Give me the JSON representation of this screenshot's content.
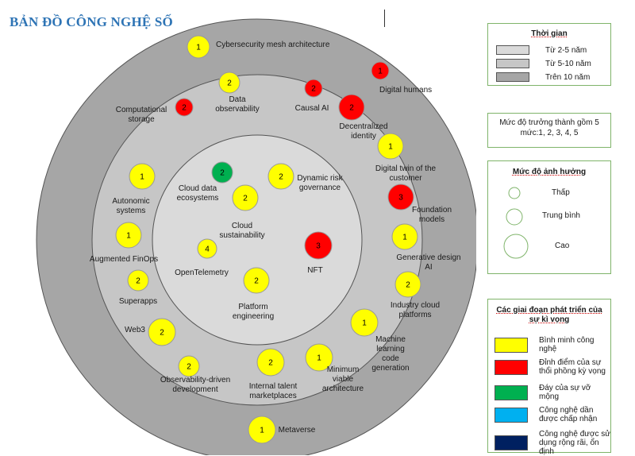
{
  "title": "BẢN ĐỒ CÔNG NGHỆ SỐ",
  "colors": {
    "outer_ring": "#a6a6a6",
    "middle_ring": "#c6c6c6",
    "inner_ring": "#dadada",
    "yellow": "#ffff00",
    "red": "#ff0000",
    "green": "#00b050",
    "light_blue": "#00b0f0",
    "dark_blue": "#002060",
    "panel_border": "#7fb46a"
  },
  "legend_time": {
    "heading": "Thời gian",
    "items": [
      {
        "label": "Từ 2-5 năm",
        "color": "#dadada"
      },
      {
        "label": "Từ 5-10 năm",
        "color": "#c6c6c6"
      },
      {
        "label": "Trên 10 năm",
        "color": "#a6a6a6"
      }
    ]
  },
  "legend_maturity": {
    "text": "Mức độ trưởng thành gồm 5 mức:1, 2, 3, 4, 5"
  },
  "legend_impact": {
    "heading": "Mức độ ảnh hưởng",
    "items": [
      {
        "label": "Thấp"
      },
      {
        "label": "Trung bình"
      },
      {
        "label": "Cao"
      }
    ]
  },
  "legend_stage": {
    "heading": "Các giai đoạn phát triển của sự kì vọng",
    "items": [
      {
        "label": "Bình minh công nghệ",
        "color": "#ffff00"
      },
      {
        "label": "Đỉnh điểm của sự thổi phồng kỳ vọng",
        "color": "#ff0000"
      },
      {
        "label": "Đáy của sự vỡ mộng",
        "color": "#00b050"
      },
      {
        "label": "Công nghệ dần được chấp nhận",
        "color": "#00b0f0"
      },
      {
        "label": "Công nghệ được sử dụng rộng rãi, ổn định",
        "color": "#002060"
      }
    ]
  },
  "technologies": [
    {
      "name": "Cybersecurity mesh architecture",
      "level": "1",
      "stage": "yellow"
    },
    {
      "name": "Digital humans",
      "level": "1",
      "stage": "red"
    },
    {
      "name": "Data observability",
      "level": "2",
      "stage": "yellow"
    },
    {
      "name": "Causal AI",
      "level": "2",
      "stage": "red"
    },
    {
      "name": "Computational storage",
      "level": "2",
      "stage": "red"
    },
    {
      "name": "Decentralized identity",
      "level": "2",
      "stage": "red"
    },
    {
      "name": "Digital twin of the customer",
      "level": "1",
      "stage": "yellow"
    },
    {
      "name": "Cloud data ecosystems",
      "level": "2",
      "stage": "green"
    },
    {
      "name": "Dynamic risk governance",
      "level": "2",
      "stage": "yellow"
    },
    {
      "name": "Autonomic systems",
      "level": "1",
      "stage": "yellow"
    },
    {
      "name": "Cloud sustainability",
      "level": "2",
      "stage": "yellow"
    },
    {
      "name": "Foundation models",
      "level": "3",
      "stage": "red"
    },
    {
      "name": "Augmented FinOps",
      "level": "1",
      "stage": "yellow"
    },
    {
      "name": "Generative design AI",
      "level": "1",
      "stage": "yellow"
    },
    {
      "name": "OpenTelemetry",
      "level": "4",
      "stage": "yellow"
    },
    {
      "name": "NFT",
      "level": "3",
      "stage": "red"
    },
    {
      "name": "Superapps",
      "level": "2",
      "stage": "yellow"
    },
    {
      "name": "Industry cloud platforms",
      "level": "2",
      "stage": "yellow"
    },
    {
      "name": "Platform engineering",
      "level": "2",
      "stage": "yellow"
    },
    {
      "name": "Web3",
      "level": "2",
      "stage": "yellow"
    },
    {
      "name": "Machine learning code generation",
      "level": "1",
      "stage": "yellow"
    },
    {
      "name": "Observability-driven development",
      "level": "2",
      "stage": "yellow"
    },
    {
      "name": "Internal talent marketplaces",
      "level": "2",
      "stage": "yellow"
    },
    {
      "name": "Minimum viable architecture",
      "level": "1",
      "stage": "yellow"
    },
    {
      "name": "Metaverse",
      "level": "1",
      "stage": "yellow"
    }
  ]
}
